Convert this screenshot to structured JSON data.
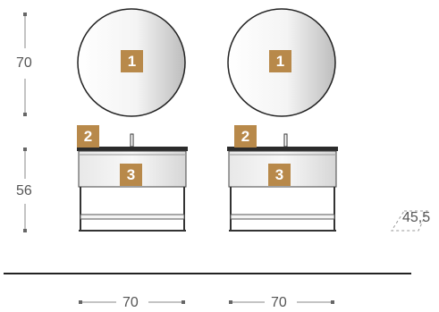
{
  "dimensions": {
    "mirror_height": "70",
    "cabinet_height": "56",
    "left_width": "70",
    "right_width": "70",
    "depth": "45,5"
  },
  "markers": {
    "mirror": "1",
    "top": "2",
    "cabinet": "3"
  },
  "colors": {
    "marker_fill": "#b8894a",
    "line": "#333333",
    "dim_line": "#888888"
  }
}
